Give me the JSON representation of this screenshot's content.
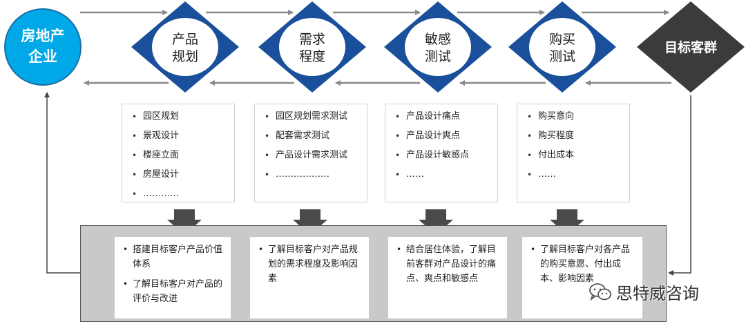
{
  "start_node": {
    "line1": "房地产",
    "line2": "企业"
  },
  "stages": [
    {
      "line1": "产品",
      "line2": "规划"
    },
    {
      "line1": "需求",
      "line2": "程度"
    },
    {
      "line1": "敏感",
      "line2": "测试"
    },
    {
      "line1": "购买",
      "line2": "测试"
    }
  ],
  "end_node": {
    "label": "目标客群"
  },
  "detail_lists": [
    [
      "园区规划",
      "景观设计",
      "楼座立面",
      "房屋设计",
      "…………"
    ],
    [
      "园区规划需求测试",
      "配套需求测试",
      "产品设计需求测试",
      "………………"
    ],
    [
      "产品设计痛点",
      "产品设计爽点",
      "产品设计敏感点",
      "……"
    ],
    [
      "购买意向",
      "购买程度",
      "付出成本",
      "……"
    ]
  ],
  "outcomes": [
    [
      "搭建目标客户产品价值体系",
      "了解目标客户对产品的评价与改进"
    ],
    [
      "了解目标客户对产品规划的需求程度及影响因素"
    ],
    [
      "结合居住体验，了解目前客群对产品设计的痛点、爽点和敏感点"
    ],
    [
      "了解目标客户对各产品的购买意愿、付出成本、影响因素"
    ]
  ],
  "watermark": {
    "label": "思特威咨询"
  },
  "colors": {
    "start_fill": "#00a8e8",
    "stage_blue": "#1a4f9c",
    "end_fill": "#3b3b3b",
    "arrow": "#8a8a8a",
    "down_arrow": "#4a4a4a",
    "panel": "#c9c9c9"
  }
}
